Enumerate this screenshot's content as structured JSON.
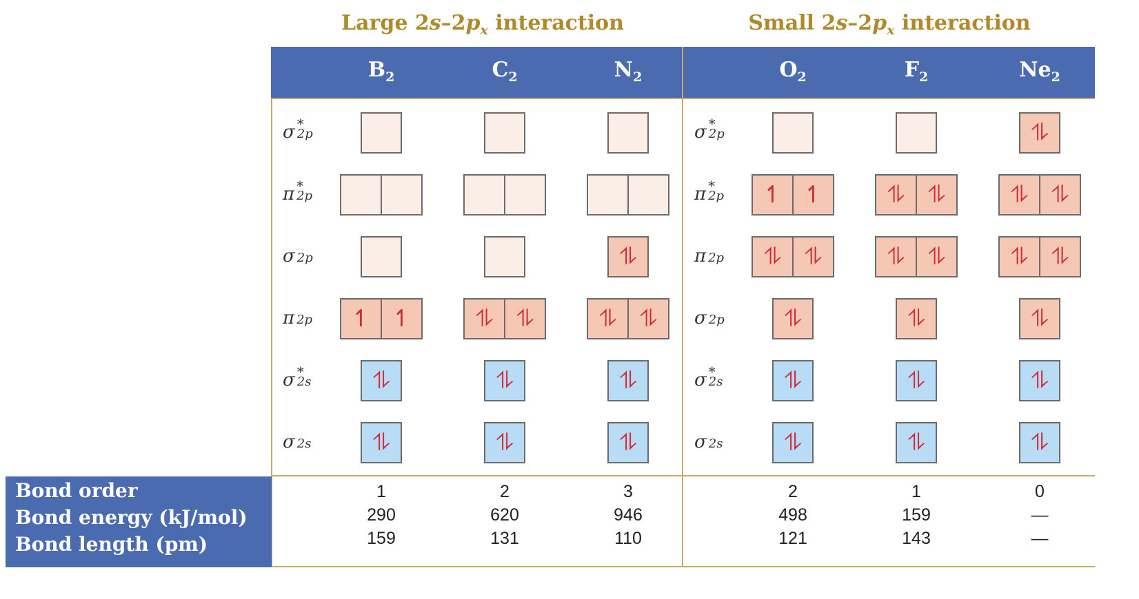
{
  "titles": {
    "large": {
      "a": "Large 2",
      "s": "s",
      "b": "–2",
      "p": "p",
      "x": "x",
      "c": " interaction"
    },
    "small": {
      "a": "Small 2",
      "s": "s",
      "b": "–2",
      "p": "p",
      "x": "x",
      "c": " interaction"
    }
  },
  "molecules": [
    {
      "sym": "B",
      "sub": "2"
    },
    {
      "sym": "C",
      "sub": "2"
    },
    {
      "sym": "N",
      "sub": "2"
    },
    {
      "sym": "O",
      "sub": "2"
    },
    {
      "sym": "F",
      "sub": "2"
    },
    {
      "sym": "Ne",
      "sub": "2"
    }
  ],
  "orbital_labels_left": [
    {
      "sym": "σ",
      "sub": "2p",
      "star": "*"
    },
    {
      "sym": "π",
      "sub": "2p",
      "star": "*"
    },
    {
      "sym": "σ",
      "sub": "2p",
      "star": ""
    },
    {
      "sym": "π",
      "sub": "2p",
      "star": ""
    },
    {
      "sym": "σ",
      "sub": "2s",
      "star": "*"
    },
    {
      "sym": "σ",
      "sub": "2s",
      "star": ""
    }
  ],
  "orbital_labels_right": [
    {
      "sym": "σ",
      "sub": "2p",
      "star": "*"
    },
    {
      "sym": "π",
      "sub": "2p",
      "star": "*"
    },
    {
      "sym": "π",
      "sub": "2p",
      "star": ""
    },
    {
      "sym": "σ",
      "sub": "2p",
      "star": ""
    },
    {
      "sym": "σ",
      "sub": "2s",
      "star": "*"
    },
    {
      "sym": "σ",
      "sub": "2s",
      "star": ""
    }
  ],
  "occupancy": [
    [
      [
        0
      ],
      [
        0,
        0
      ],
      [
        0
      ],
      [
        1,
        1
      ],
      [
        2
      ],
      [
        2
      ]
    ],
    [
      [
        0
      ],
      [
        0,
        0
      ],
      [
        0
      ],
      [
        2,
        2
      ],
      [
        2
      ],
      [
        2
      ]
    ],
    [
      [
        0
      ],
      [
        0,
        0
      ],
      [
        2
      ],
      [
        2,
        2
      ],
      [
        2
      ],
      [
        2
      ]
    ],
    [
      [
        0
      ],
      [
        1,
        1
      ],
      [
        2,
        2
      ],
      [
        2
      ],
      [
        2
      ],
      [
        2
      ]
    ],
    [
      [
        0
      ],
      [
        2,
        2
      ],
      [
        2,
        2
      ],
      [
        2
      ],
      [
        2
      ],
      [
        2
      ]
    ],
    [
      [
        2
      ],
      [
        2,
        2
      ],
      [
        2,
        2
      ],
      [
        2
      ],
      [
        2
      ],
      [
        2
      ]
    ]
  ],
  "arrow_glyphs": {
    "single": "↿",
    "pair": "⥮"
  },
  "colors": {
    "header": "#4a6bb0",
    "gold": "#b08a2a",
    "empty_box": "#fbeee6",
    "filled_p_box": "#f5c8b6",
    "s_box": "#b8dcf5",
    "arrow": "#cf2a3a"
  },
  "properties": {
    "labels": [
      "Bond order",
      "Bond energy (kJ/mol)",
      "Bond length (pm)"
    ],
    "values": [
      [
        "1",
        "290",
        "159"
      ],
      [
        "2",
        "620",
        "131"
      ],
      [
        "3",
        "946",
        "110"
      ],
      [
        "2",
        "498",
        "121"
      ],
      [
        "1",
        "159",
        "143"
      ],
      [
        "0",
        "—",
        "—"
      ]
    ]
  }
}
